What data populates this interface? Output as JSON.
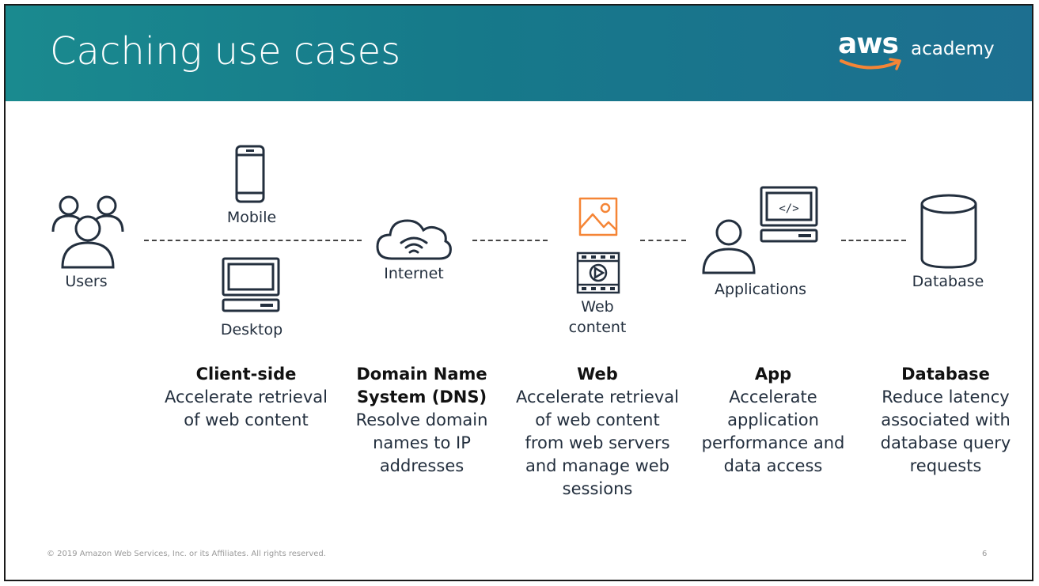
{
  "header": {
    "title": "Caching use cases",
    "logo_aws": "aws",
    "logo_academy": "academy"
  },
  "diagram": {
    "users_label": "Users",
    "mobile_label": "Mobile",
    "desktop_label": "Desktop",
    "internet_label": "Internet",
    "web_content_line1": "Web",
    "web_content_line2": "content",
    "applications_label": "Applications",
    "database_label": "Database",
    "code_symbol": "</>"
  },
  "columns": [
    {
      "title": "Client-side",
      "desc": "Accelerate retrieval of web content"
    },
    {
      "title": "Domain Name System (DNS)",
      "desc": "Resolve domain names to IP addresses"
    },
    {
      "title": "Web",
      "desc": "Accelerate retrieval of web content from web servers and manage web sessions"
    },
    {
      "title": "App",
      "desc": "Accelerate application performance and data access"
    },
    {
      "title": "Database",
      "desc": "Reduce latency associated with database query requests"
    }
  ],
  "footer": {
    "copyright": "© 2019 Amazon Web Services, Inc. or its Affiliates. All rights reserved.",
    "page_number": "6"
  },
  "colors": {
    "header_start": "#1a8a8f",
    "header_end": "#1d6f90",
    "accent_orange": "#f58536",
    "icon_dark": "#232f3e"
  }
}
